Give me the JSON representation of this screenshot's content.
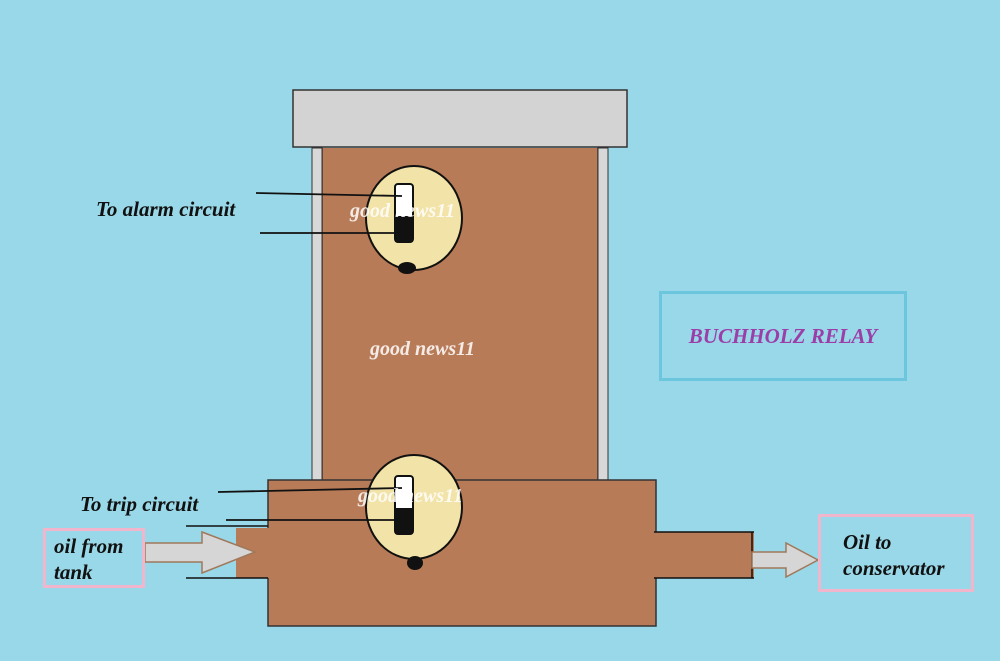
{
  "title": "BUCHHOLZ RELAY",
  "labels": {
    "alarm": "To alarm circuit",
    "trip": "To trip circuit",
    "inlet_line1": "oil from",
    "inlet_line2": "tank",
    "outlet_line1": "Oil to",
    "outlet_line2": "conservator"
  },
  "watermarks": [
    "good news11",
    "good news11",
    "good news11"
  ],
  "colors": {
    "background": "#99d8e8",
    "relay_body": "#b87b58",
    "cap": "#d3d3d3",
    "float_chamber": "#f2e3a8",
    "arrow": "#d6d6d6",
    "title": "#9b3ea8",
    "title_border": "#6cc6de",
    "pink_border": "#f2b6cc"
  }
}
